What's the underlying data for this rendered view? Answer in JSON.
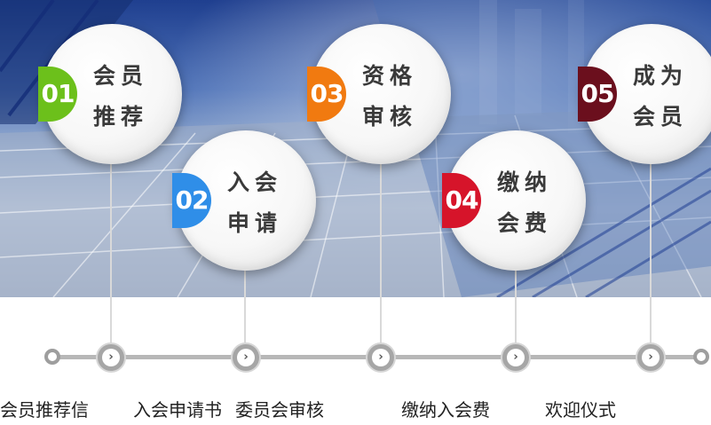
{
  "steps": [
    {
      "number": "01",
      "title": "会员\n推荐",
      "color": "#6cc01b"
    },
    {
      "number": "02",
      "title": "入会\n申请",
      "color": "#2f8ee8"
    },
    {
      "number": "03",
      "title": "资格\n审核",
      "color": "#f17a10"
    },
    {
      "number": "04",
      "title": "缴纳\n会费",
      "color": "#d6142a"
    },
    {
      "number": "05",
      "title": "成为\n会员",
      "color": "#6b0f1d"
    }
  ],
  "timeline": {
    "node_icon": "chevron-right-icon",
    "labels": [
      "会员推荐信",
      "入会申请书",
      "委员会审核",
      "缴纳入会费",
      "欢迎仪式"
    ]
  }
}
